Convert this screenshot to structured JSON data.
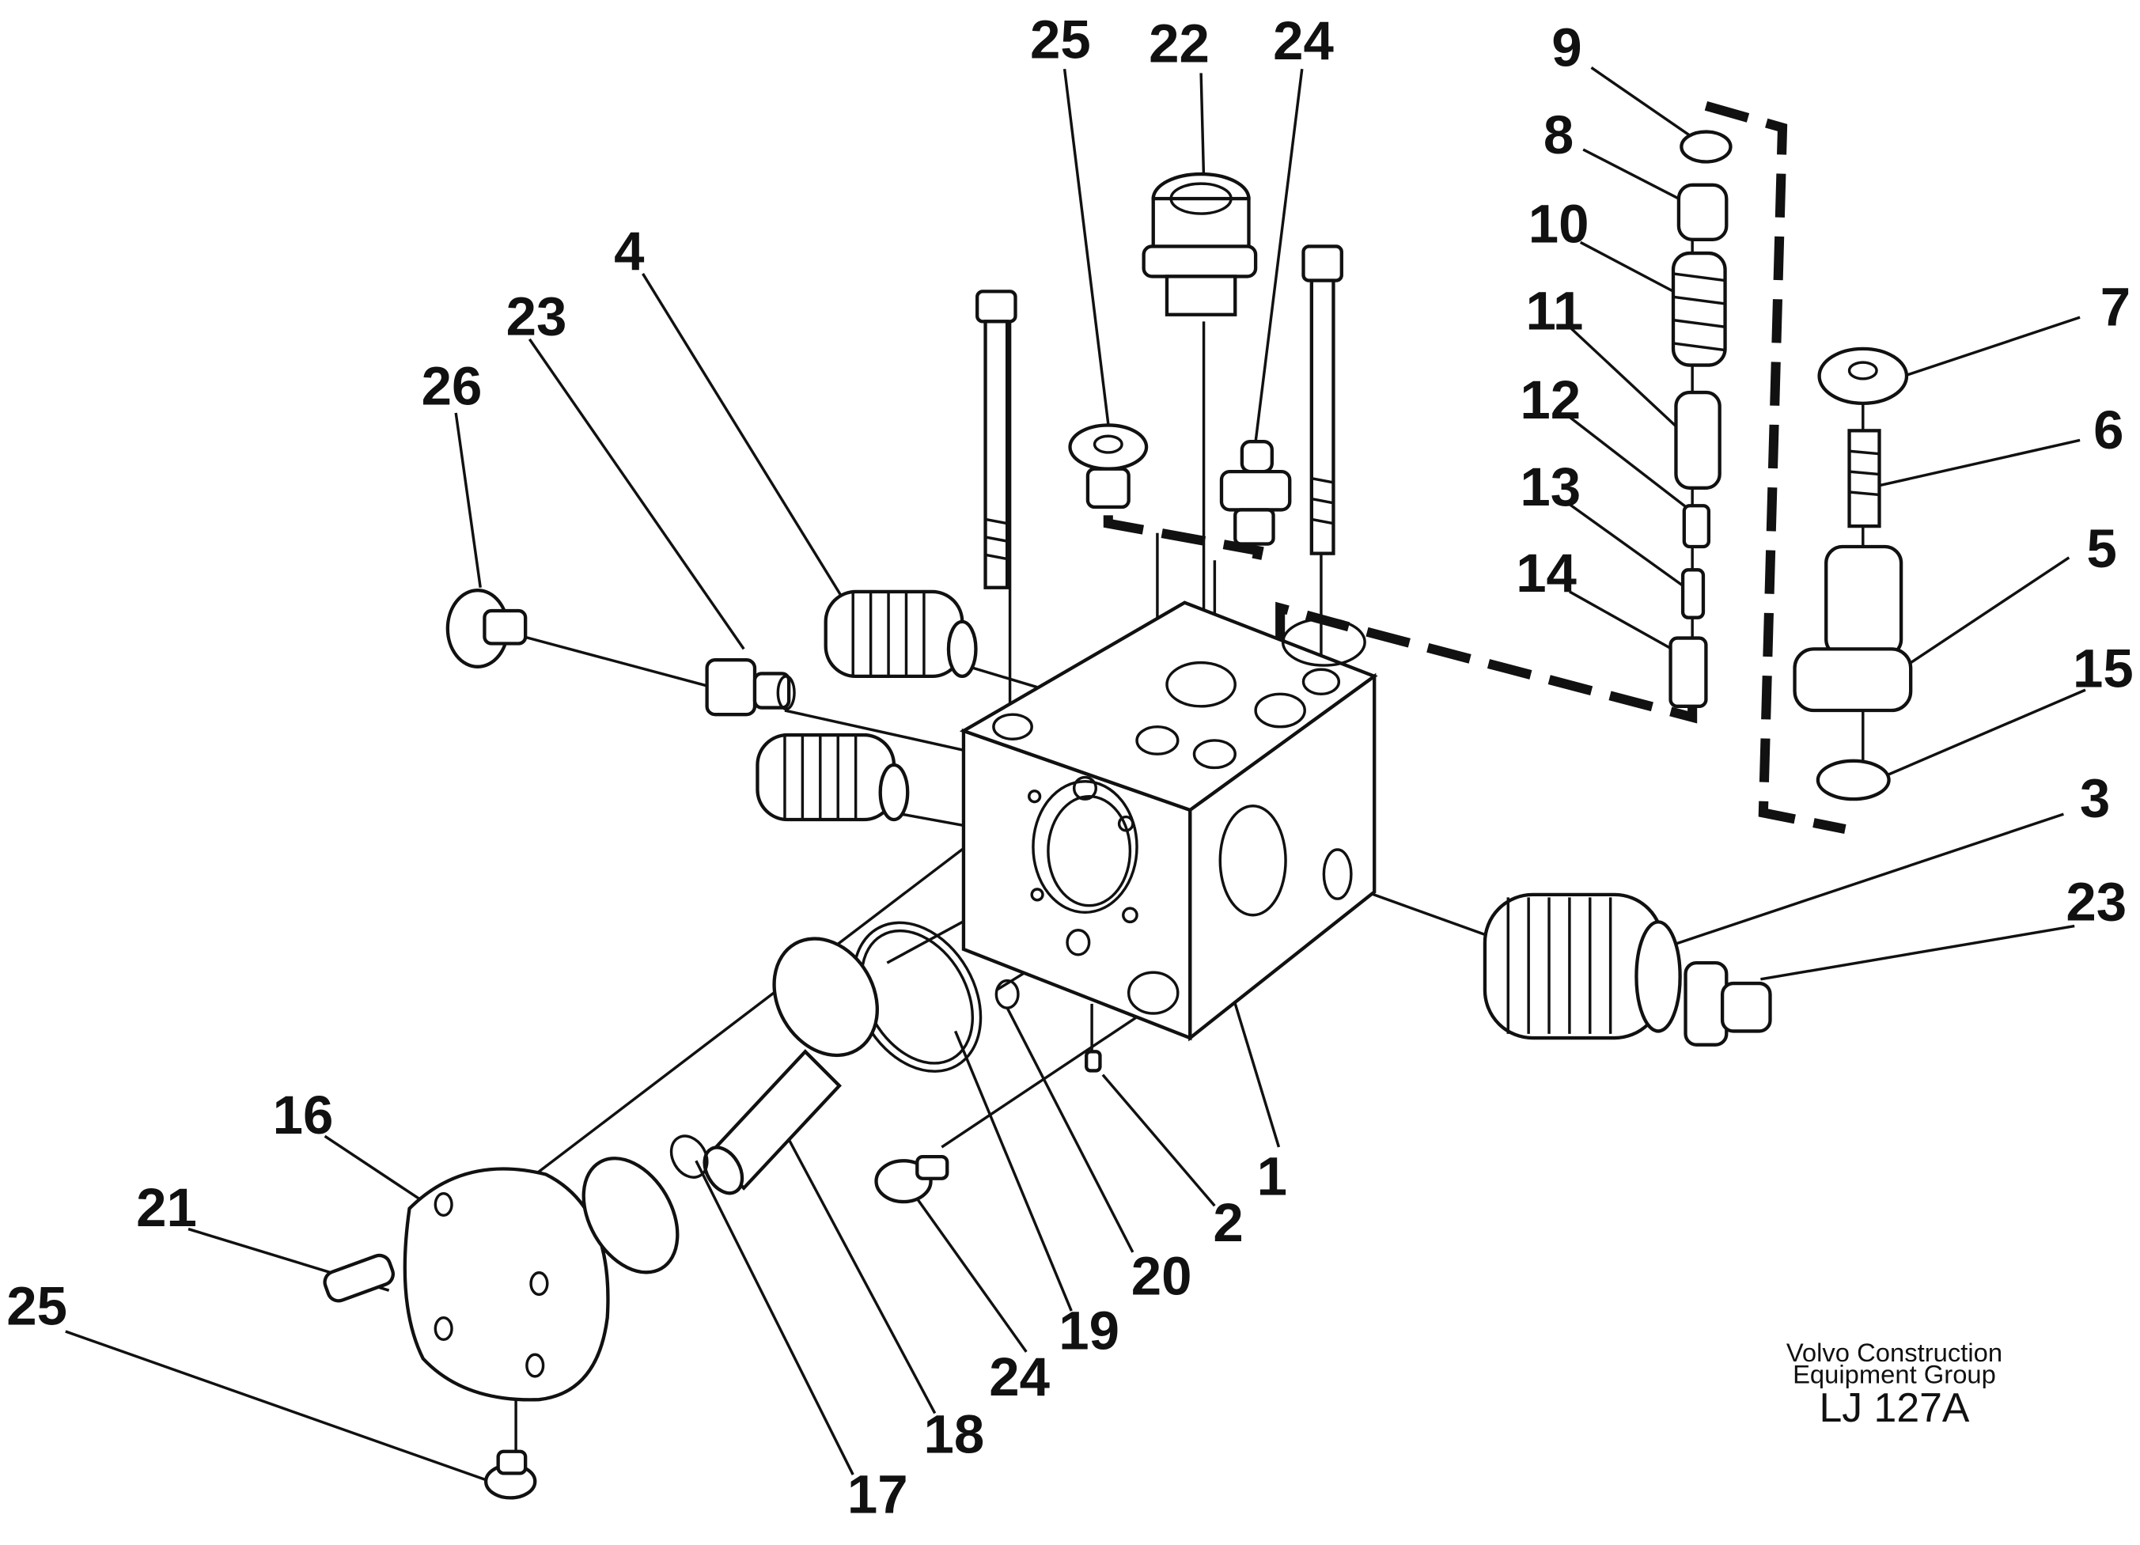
{
  "callouts": [
    {
      "id": "c1",
      "text": "1"
    },
    {
      "id": "c2",
      "text": "2"
    },
    {
      "id": "c3",
      "text": "3"
    },
    {
      "id": "c4",
      "text": "4"
    },
    {
      "id": "c5",
      "text": "5"
    },
    {
      "id": "c6",
      "text": "6"
    },
    {
      "id": "c7",
      "text": "7"
    },
    {
      "id": "c8",
      "text": "8"
    },
    {
      "id": "c9",
      "text": "9"
    },
    {
      "id": "c10",
      "text": "10"
    },
    {
      "id": "c11",
      "text": "11"
    },
    {
      "id": "c12",
      "text": "12"
    },
    {
      "id": "c13",
      "text": "13"
    },
    {
      "id": "c14",
      "text": "14"
    },
    {
      "id": "c15",
      "text": "15"
    },
    {
      "id": "c16",
      "text": "16"
    },
    {
      "id": "c17",
      "text": "17"
    },
    {
      "id": "c18",
      "text": "18"
    },
    {
      "id": "c19",
      "text": "19"
    },
    {
      "id": "c20",
      "text": "20"
    },
    {
      "id": "c21",
      "text": "21"
    },
    {
      "id": "c22",
      "text": "22"
    },
    {
      "id": "c23a",
      "text": "23"
    },
    {
      "id": "c23b",
      "text": "23"
    },
    {
      "id": "c24a",
      "text": "24"
    },
    {
      "id": "c24b",
      "text": "24"
    },
    {
      "id": "c25a",
      "text": "25"
    },
    {
      "id": "c25b",
      "text": "25"
    },
    {
      "id": "c26",
      "text": "26"
    }
  ],
  "credit": {
    "line1": "Volvo Construction",
    "line2": "Equipment Group",
    "code": "LJ 127A"
  }
}
